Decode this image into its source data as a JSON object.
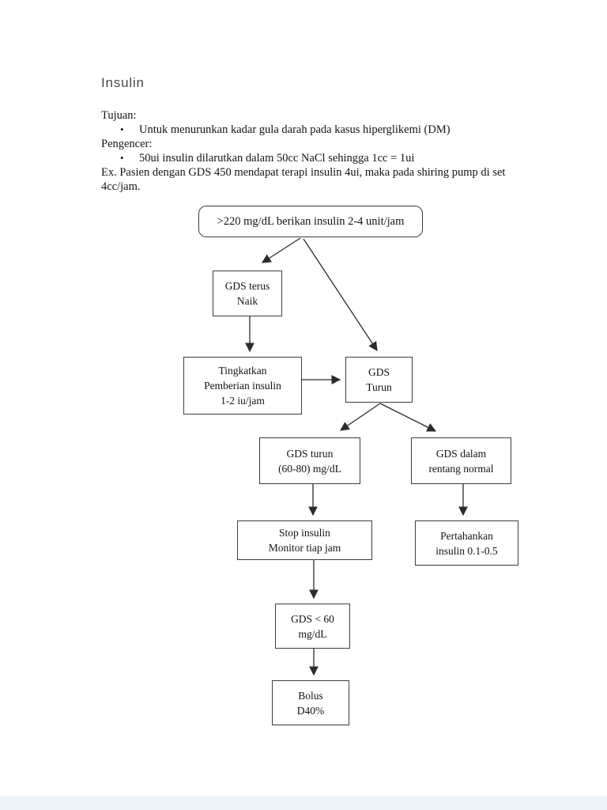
{
  "page": {
    "title": "Insulin",
    "background_color": "#ffffff",
    "footer_strip_color": "#eef3fa",
    "box_border_color": "#3d3d3d",
    "text_color": "#141414",
    "title_color": "#474747"
  },
  "intro": {
    "bullet": "•",
    "tujuan_label": "Tujuan:",
    "tujuan_bullet": "Untuk menurunkan kadar gula darah pada kasus hiperglikemi (DM)",
    "pengencer_label": "Pengencer:",
    "pengencer_bullet": "50ui insulin dilarutkan dalam 50cc NaCl sehingga 1cc = 1ui",
    "example": "Ex. Pasien dengan GDS 450 mendapat terapi insulin 4ui, maka pada shiring pump di set 4cc/jam."
  },
  "flowchart": {
    "nodes": {
      "start": {
        "label": ">220 mg/dL berikan insulin 2-4 unit/jam"
      },
      "terus_naik": {
        "line1": "GDS terus",
        "line2": "Naik"
      },
      "tingkatkan": {
        "line1": "Tingkatkan",
        "line2": "Pemberian insulin",
        "line3": "1-2 iu/jam"
      },
      "gds_turun": {
        "line1": "GDS",
        "line2": "Turun"
      },
      "turun_range": {
        "line1": "GDS turun",
        "line2": "(60-80) mg/dL"
      },
      "normal": {
        "line1": "GDS dalam",
        "line2": "rentang normal"
      },
      "stop": {
        "line1": "Stop insulin",
        "line2": "Monitor tiap jam"
      },
      "pertahankan": {
        "line1": "Pertahankan",
        "line2": "insulin 0.1-0.5"
      },
      "gds_low": {
        "line1": "GDS < 60",
        "line2": "mg/dL"
      },
      "bolus": {
        "line1": "Bolus",
        "line2": "D40%"
      }
    }
  }
}
